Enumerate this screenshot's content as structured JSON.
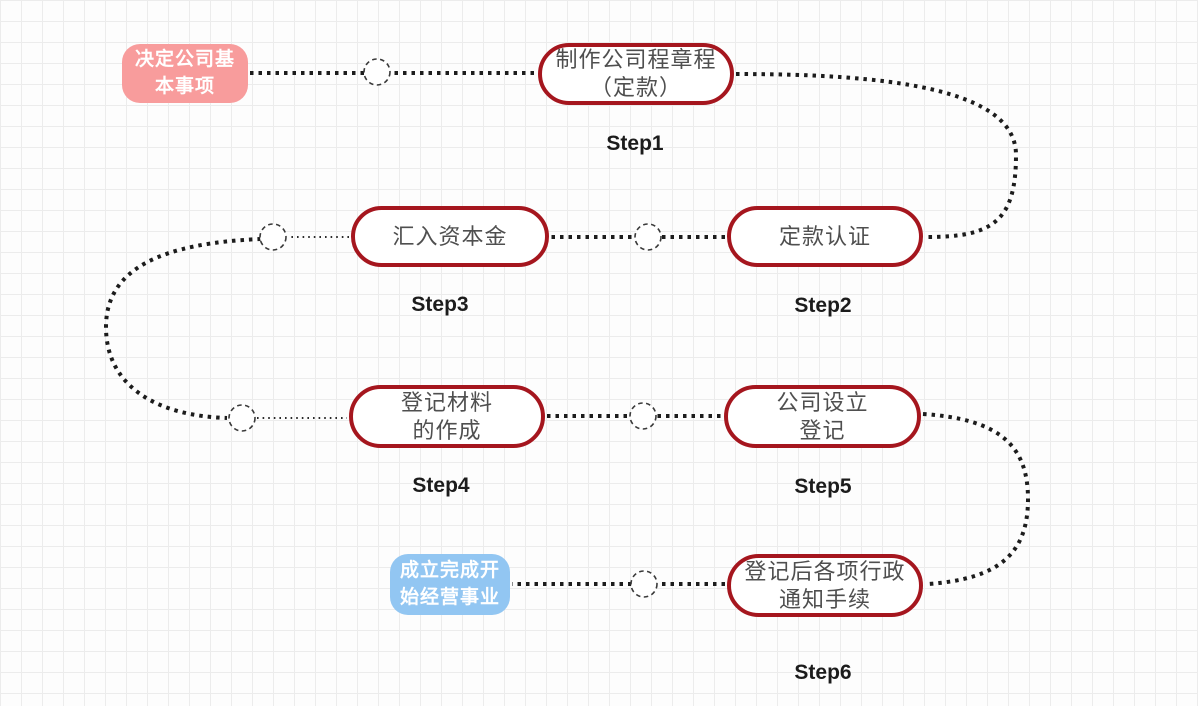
{
  "badges": {
    "start": {
      "line1": "决定公司基",
      "line2": "本事项"
    },
    "end": {
      "line1": "成立完成开",
      "line2": "始经营事业"
    }
  },
  "steps": [
    {
      "label": "Step1",
      "line1": "制作公司程章程",
      "line2": "（定款）"
    },
    {
      "label": "Step2",
      "line1": "定款认证"
    },
    {
      "label": "Step3",
      "line1": "汇入资本金"
    },
    {
      "label": "Step4",
      "line1": "登记材料",
      "line2": "的作成"
    },
    {
      "label": "Step5",
      "line1": "公司设立",
      "line2": "登记"
    },
    {
      "label": "Step6",
      "line1": "登记后各项行政",
      "line2": "通知手续"
    }
  ],
  "connections": [
    {
      "from": "start-badge",
      "to": "step1"
    },
    {
      "from": "step1",
      "to": "step2"
    },
    {
      "from": "step2",
      "to": "step3"
    },
    {
      "from": "step3",
      "to": "step4"
    },
    {
      "from": "step4",
      "to": "step5"
    },
    {
      "from": "step5",
      "to": "step6"
    },
    {
      "from": "step6",
      "to": "end-badge"
    }
  ],
  "colors": {
    "node_border": "#a5161e",
    "node_text": "#4f4f4f",
    "step_label": "#1c1c1c",
    "connector": "#1c1c1c",
    "start_badge_bg": "#f89c9c",
    "end_badge_bg": "#92c6f2",
    "badge_text": "#ffffff"
  }
}
